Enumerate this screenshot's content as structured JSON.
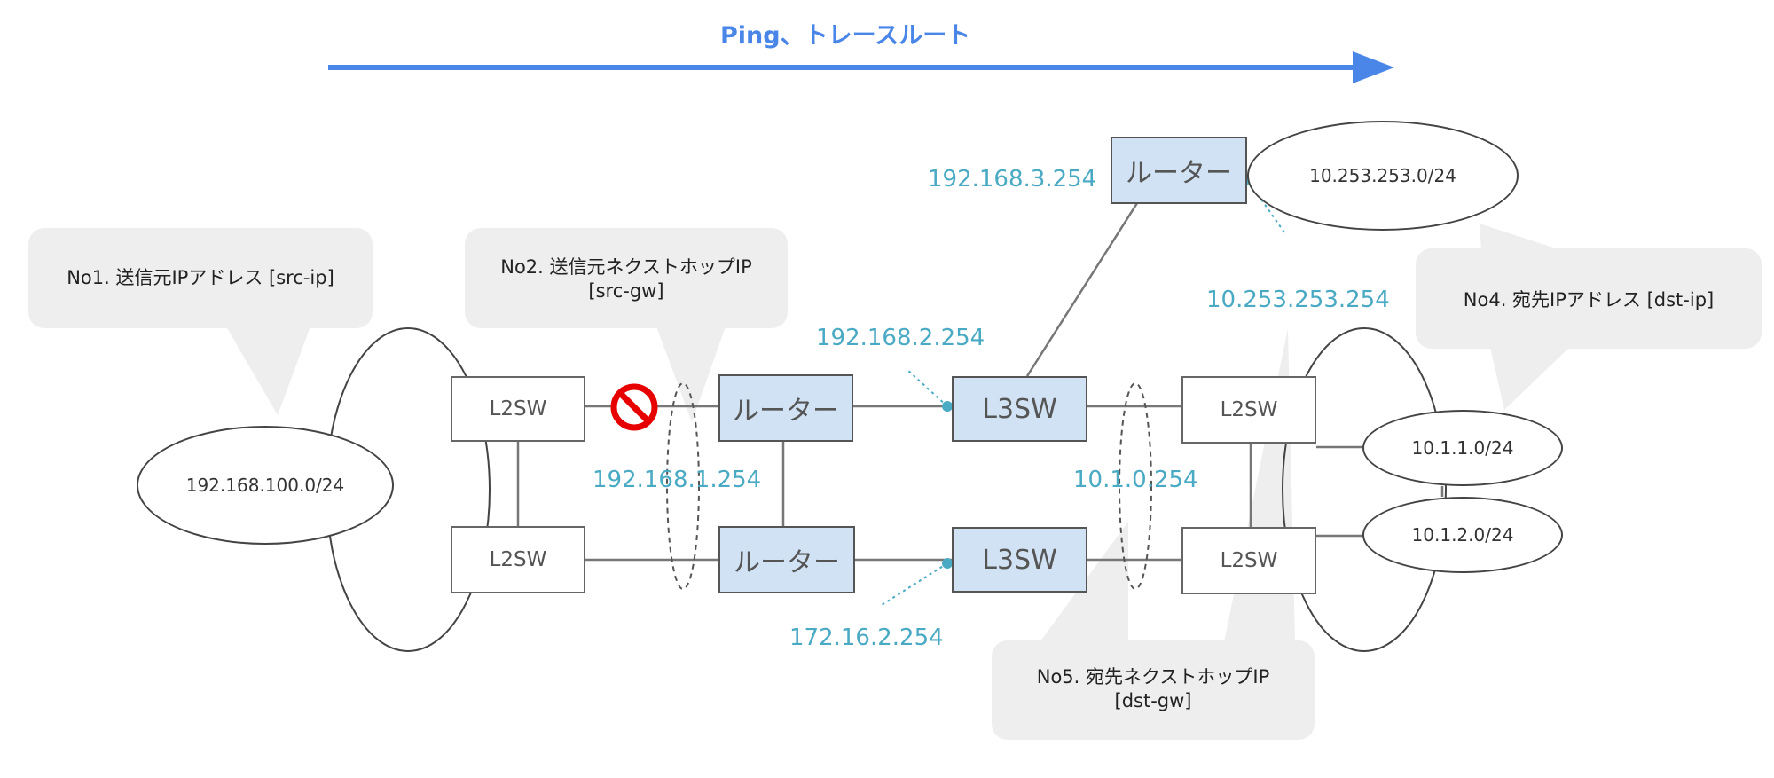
{
  "title": "Ping、トレースルート",
  "colors": {
    "arrow": "#4a86e8",
    "ip_text": "#4aaac4",
    "router_fill": "#d0e2f3",
    "callout_fill": "#eeeeee",
    "block_icon": "#e60000"
  },
  "devices": {
    "l2sw_label": "L2SW",
    "l3sw_label": "L3SW",
    "router_label": "ルーター"
  },
  "networks": {
    "src": "192.168.100.0/24",
    "dst1": "10.1.1.0/24",
    "dst2": "10.1.2.0/24",
    "top": "10.253.253.0/24"
  },
  "ips": {
    "r_top": "192.168.3.254",
    "r_top_right": "10.253.253.254",
    "l3_up": "192.168.2.254",
    "src_gw": "192.168.1.254",
    "dst_gw": "10.1.0.254",
    "l3_down": "172.16.2.254"
  },
  "callouts": {
    "no1": "No1. 送信元IPアドレス [src-ip]",
    "no2_line1": "No2. 送信元ネクストホップIP",
    "no2_line2": "[src-gw]",
    "no4": "No4. 宛先IPアドレス [dst-ip]",
    "no5_line1": "No5. 宛先ネクストホップIP",
    "no5_line2": "[dst-gw]"
  }
}
